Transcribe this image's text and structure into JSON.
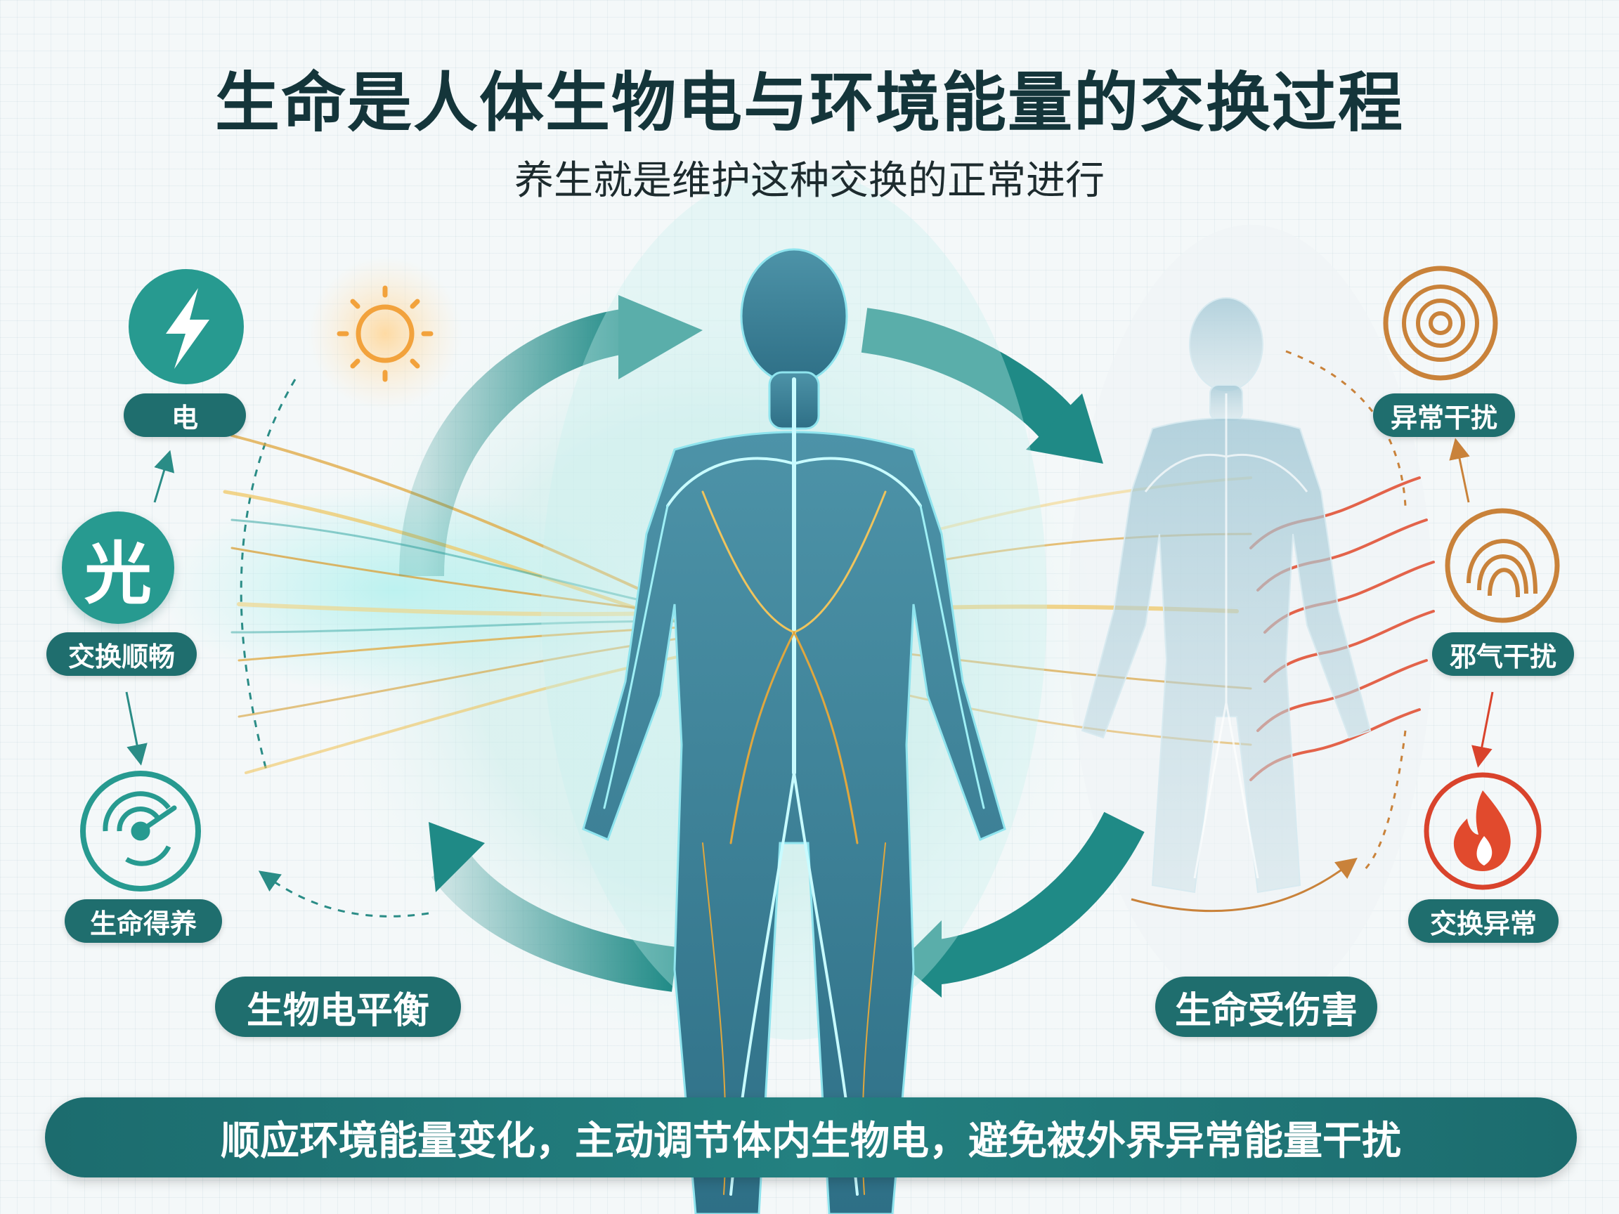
{
  "title": "生命是人体生物电与环境能量的交换过程",
  "subtitle": "养生就是维护这种交换的正常进行",
  "left_cycle": {
    "electric": {
      "label": "电",
      "icon": "lightning-icon"
    },
    "light": {
      "glyph": "光",
      "label": "交换顺畅"
    },
    "life": {
      "label": "生命得养",
      "icon": "radar-icon"
    },
    "sun_icon": "sun-icon",
    "balance_label": "生物电平衡"
  },
  "right_cycle": {
    "abnormal": {
      "label": "异常干扰",
      "icon": "concentric-rings-icon"
    },
    "evil": {
      "label": "邪气干扰",
      "icon": "fingerprint-icon"
    },
    "exchange": {
      "label": "交换异常",
      "icon": "flame-icon"
    },
    "harm_label": "生命受伤害"
  },
  "footer": "顺应环境能量变化，主动调节体内生物电，避免被外界异常能量干扰",
  "colors": {
    "teal": "#1f6e6e",
    "green_circle": "#279a90",
    "gold": "#d9a441",
    "orange": "#c9823a",
    "red": "#d9432c",
    "title": "#14353a"
  }
}
